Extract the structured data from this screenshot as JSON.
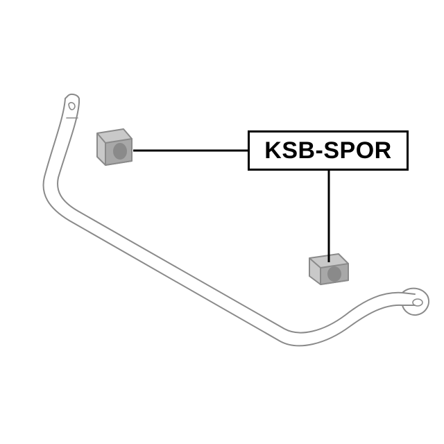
{
  "part_label": "KSB-SPOR",
  "colors": {
    "line": "#000000",
    "outline": "#8a8a8a",
    "bushing_fill": "#c9c9c9",
    "bushing_shade": "#a8a8a8",
    "background": "#ffffff"
  },
  "components": {
    "stabilizer_bar": "stabilizer-bar",
    "bushings": [
      "upper-bushing",
      "lower-bushing"
    ]
  }
}
